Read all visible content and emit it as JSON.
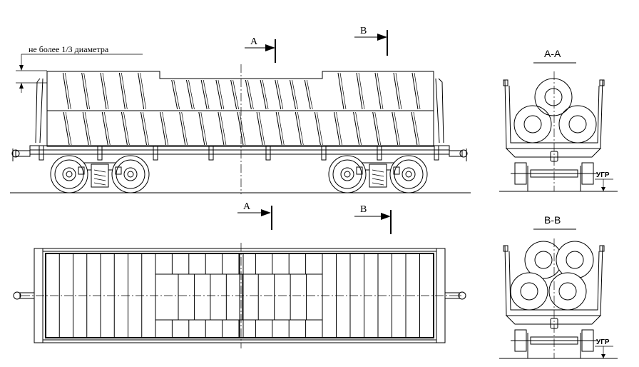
{
  "labels": {
    "note": "не более 1/3 диаметра",
    "section_a_mark": "А",
    "section_b_mark": "В",
    "section_aa_title": "А-А",
    "section_bb_title": "В-В",
    "ugr": "УГР"
  },
  "side_view": {
    "lower_tier_dividers": 20,
    "upper_tier_left_count": 5,
    "upper_tier_middle_count": 10,
    "upper_tier_right_count": 5
  },
  "top_view": {
    "left_block_columns": 8,
    "middle_block_columns": 10,
    "right_block_columns": 8
  }
}
